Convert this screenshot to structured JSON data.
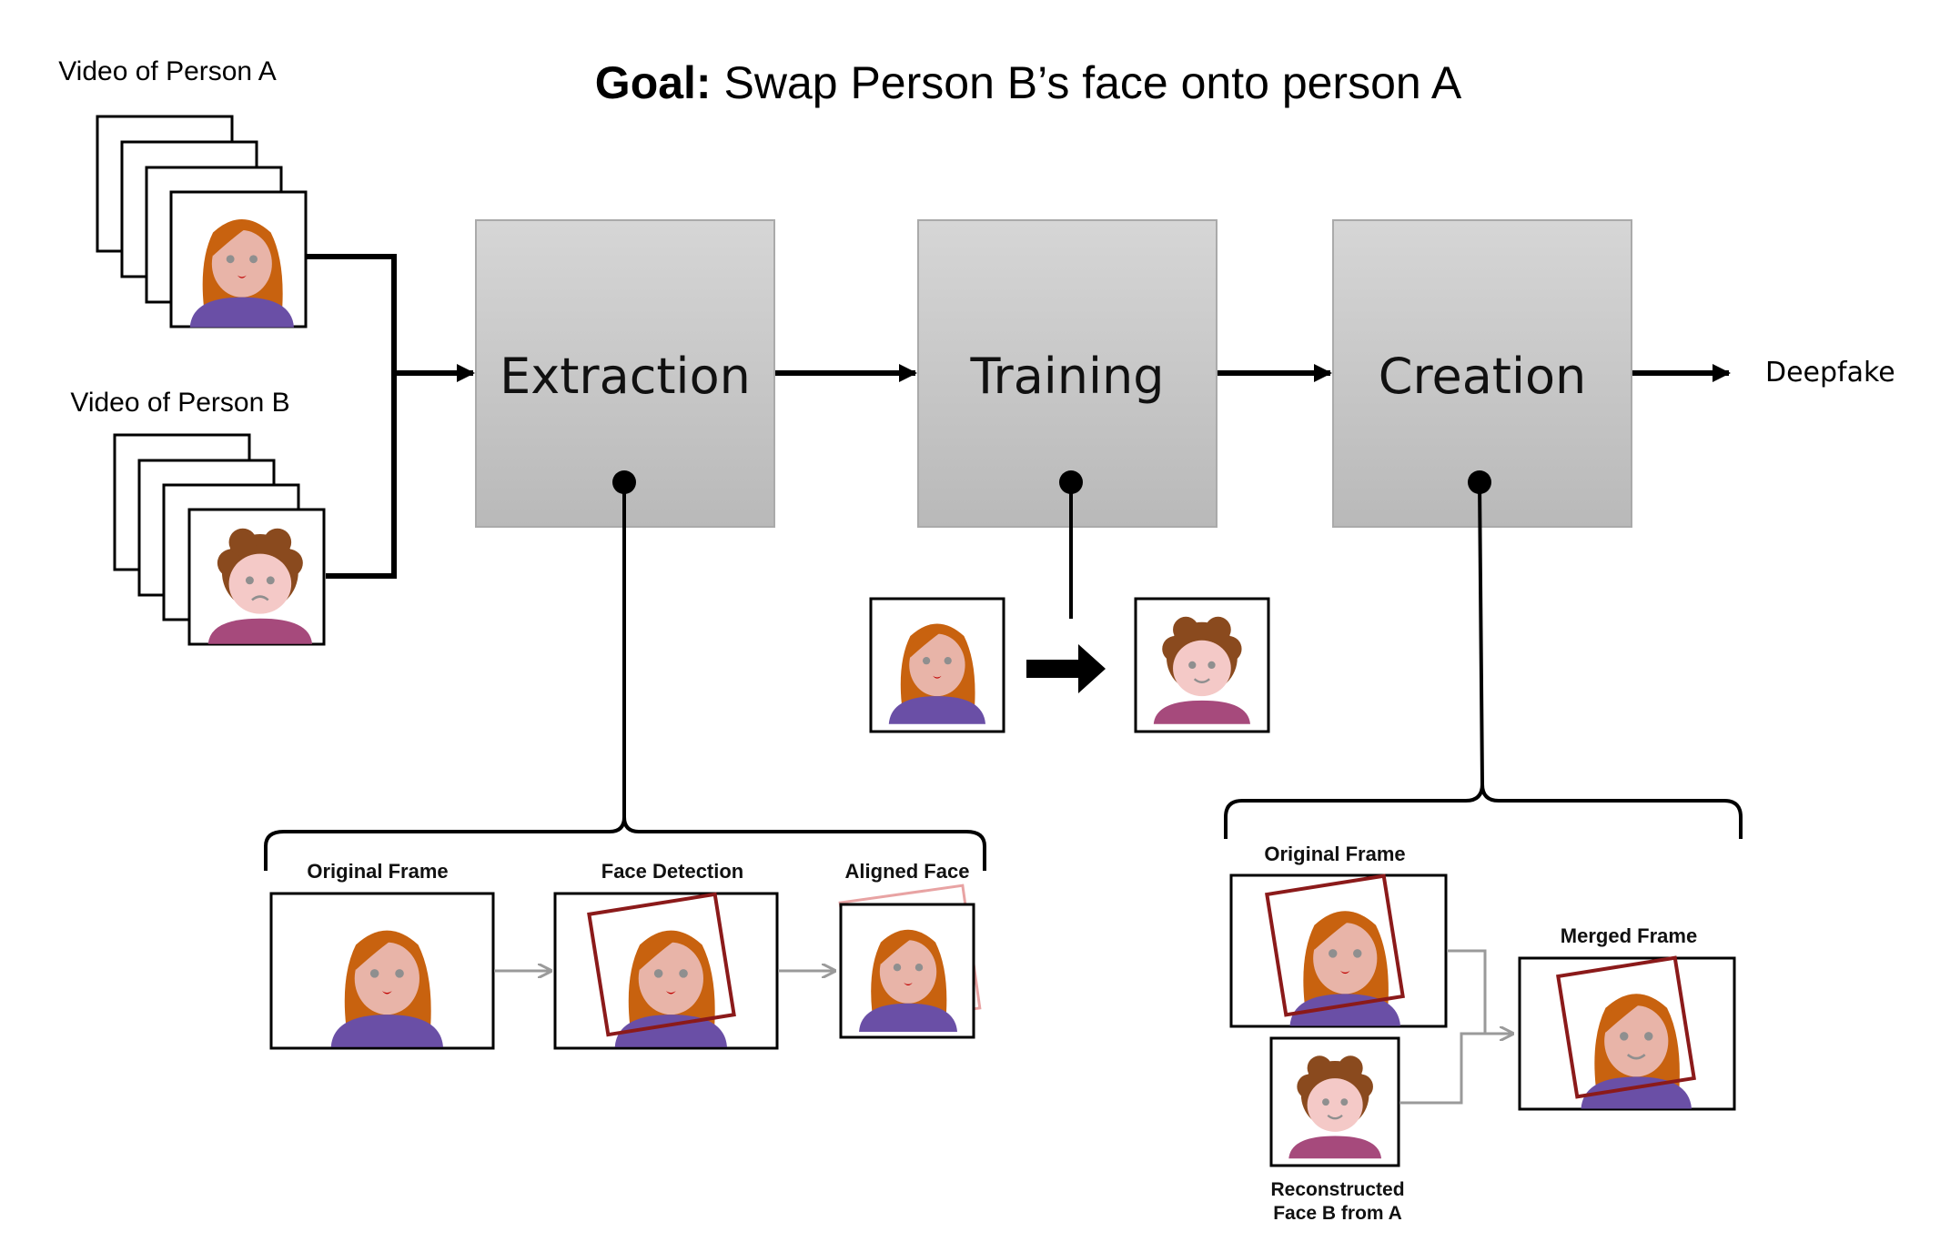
{
  "title": {
    "bold": "Goal:",
    "rest": " Swap Person B’s face onto person A"
  },
  "inputs": {
    "person_a_label": "Video of Person A",
    "person_b_label": "Video of Person B"
  },
  "stages": [
    {
      "id": "extraction",
      "label": "Extraction"
    },
    {
      "id": "training",
      "label": "Training"
    },
    {
      "id": "creation",
      "label": "Creation"
    }
  ],
  "output_label": "Deepfake",
  "extraction_detail": {
    "original": "Original Frame",
    "detection": "Face Detection",
    "aligned": "Aligned Face"
  },
  "creation_detail": {
    "original": "Original Frame",
    "merged": "Merged Frame",
    "reconstructed_line1": "Reconstructed",
    "reconstructed_line2": "Face B from A"
  },
  "colors": {
    "box_top": "#d3d3d3",
    "box_bottom": "#bababa",
    "box_border": "#aaaaaa",
    "hair_a": "#c8620f",
    "skin_a": "#e8b4a8",
    "shirt_a": "#6a4fa6",
    "hair_b": "#8a4a1e",
    "skin_b": "#f4c9c7",
    "shirt_b": "#a64a7c",
    "detect_box": "#8b1a1a",
    "gray_arrow": "#9a9a9a"
  }
}
